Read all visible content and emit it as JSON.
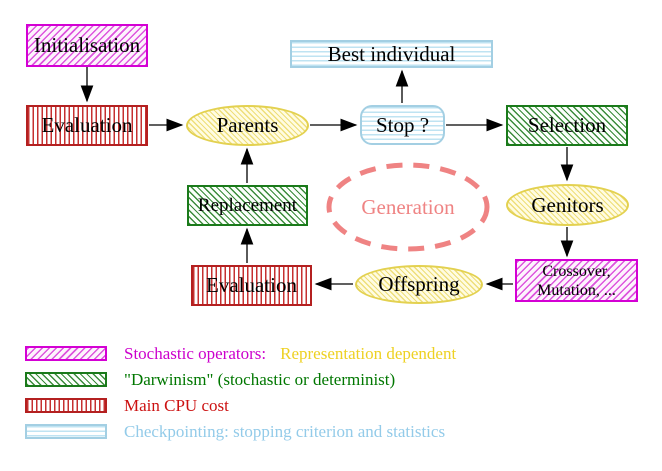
{
  "diagram": {
    "nodes": {
      "initialisation": {
        "label": "Initialisation",
        "style": "magenta-hatch"
      },
      "evaluation_top": {
        "label": "Evaluation",
        "style": "red-stripes"
      },
      "parents": {
        "label": "Parents",
        "style": "yellow-ellipse"
      },
      "best_individual": {
        "label": "Best individual",
        "style": "cyan-stripes"
      },
      "stop": {
        "label": "Stop ?",
        "style": "cyan-stripes-rounded"
      },
      "selection": {
        "label": "Selection",
        "style": "green-hatch"
      },
      "replacement": {
        "label": "Replacement",
        "style": "green-hatch"
      },
      "generation": {
        "label": "Generation",
        "style": "salmon-dashed-ellipse"
      },
      "genitors": {
        "label": "Genitors",
        "style": "yellow-ellipse"
      },
      "evaluation_bottom": {
        "label": "Evaluation",
        "style": "red-stripes"
      },
      "offspring": {
        "label": "Offspring",
        "style": "yellow-ellipse"
      },
      "crossover_mutation": {
        "label_line1": "Crossover,",
        "label_line2": "Mutation, ...",
        "style": "magenta-hatch"
      }
    },
    "edges": [
      {
        "from": "initialisation",
        "to": "evaluation_top"
      },
      {
        "from": "evaluation_top",
        "to": "parents"
      },
      {
        "from": "parents",
        "to": "stop"
      },
      {
        "from": "stop",
        "to": "best_individual"
      },
      {
        "from": "stop",
        "to": "selection"
      },
      {
        "from": "selection",
        "to": "genitors"
      },
      {
        "from": "genitors",
        "to": "crossover_mutation"
      },
      {
        "from": "crossover_mutation",
        "to": "offspring"
      },
      {
        "from": "offspring",
        "to": "evaluation_bottom"
      },
      {
        "from": "evaluation_bottom",
        "to": "replacement"
      },
      {
        "from": "replacement",
        "to": "parents"
      }
    ],
    "colors": {
      "magenta": "#d400d4",
      "red": "#b42020",
      "green": "#1a7a1a",
      "cyan": "#a3cfe3",
      "yellow": "#e3d150",
      "salmon": "#ef8383",
      "arrow_black": "#000000"
    }
  },
  "legend": {
    "items": [
      {
        "swatch": "magenta-hatch-swatch",
        "label": "Stochastic operators:",
        "label_secondary": "Representation dependent",
        "label_color": "#cc00cc",
        "label_secondary_color": "#eed122"
      },
      {
        "swatch": "green-hatch-swatch",
        "label": "\"Darwinism\" (stochastic or determinist)",
        "label_color": "#007700"
      },
      {
        "swatch": "red-stripes-swatch",
        "label": "Main CPU cost",
        "label_color": "#cc1111"
      },
      {
        "swatch": "cyan-stripes-swatch",
        "label": "Checkpointing: stopping criterion and statistics",
        "label_color": "#93cbe9"
      }
    ]
  }
}
